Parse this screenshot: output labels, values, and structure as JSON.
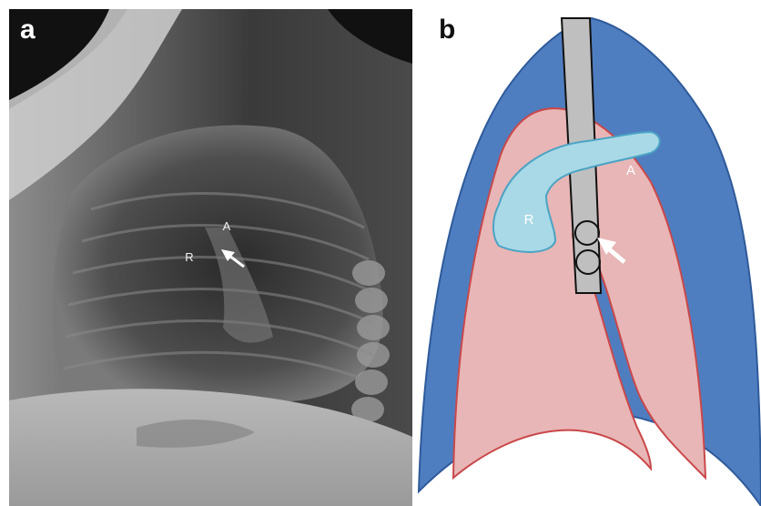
{
  "panels": {
    "a": {
      "letter": "a",
      "labels": {
        "aorta": "A",
        "right_pulmonary_artery": "R"
      }
    },
    "b": {
      "letter": "b",
      "labels": {
        "aorta": "A",
        "right_pulmonary_artery": "R"
      }
    }
  },
  "colors": {
    "background": "#ffffff",
    "lung_blue": "#4f7ec0",
    "heart_pink": "#e8b6b6",
    "heart_outline": "#c9484a",
    "pulmonary_artery": "#a9d9e6",
    "pulmonary_artery_outline": "#4aa3c4",
    "trachea_gray": "#bfbfbf",
    "arrow_white": "#ffffff"
  },
  "icons": {
    "arrow": "white-arrow-icon"
  }
}
